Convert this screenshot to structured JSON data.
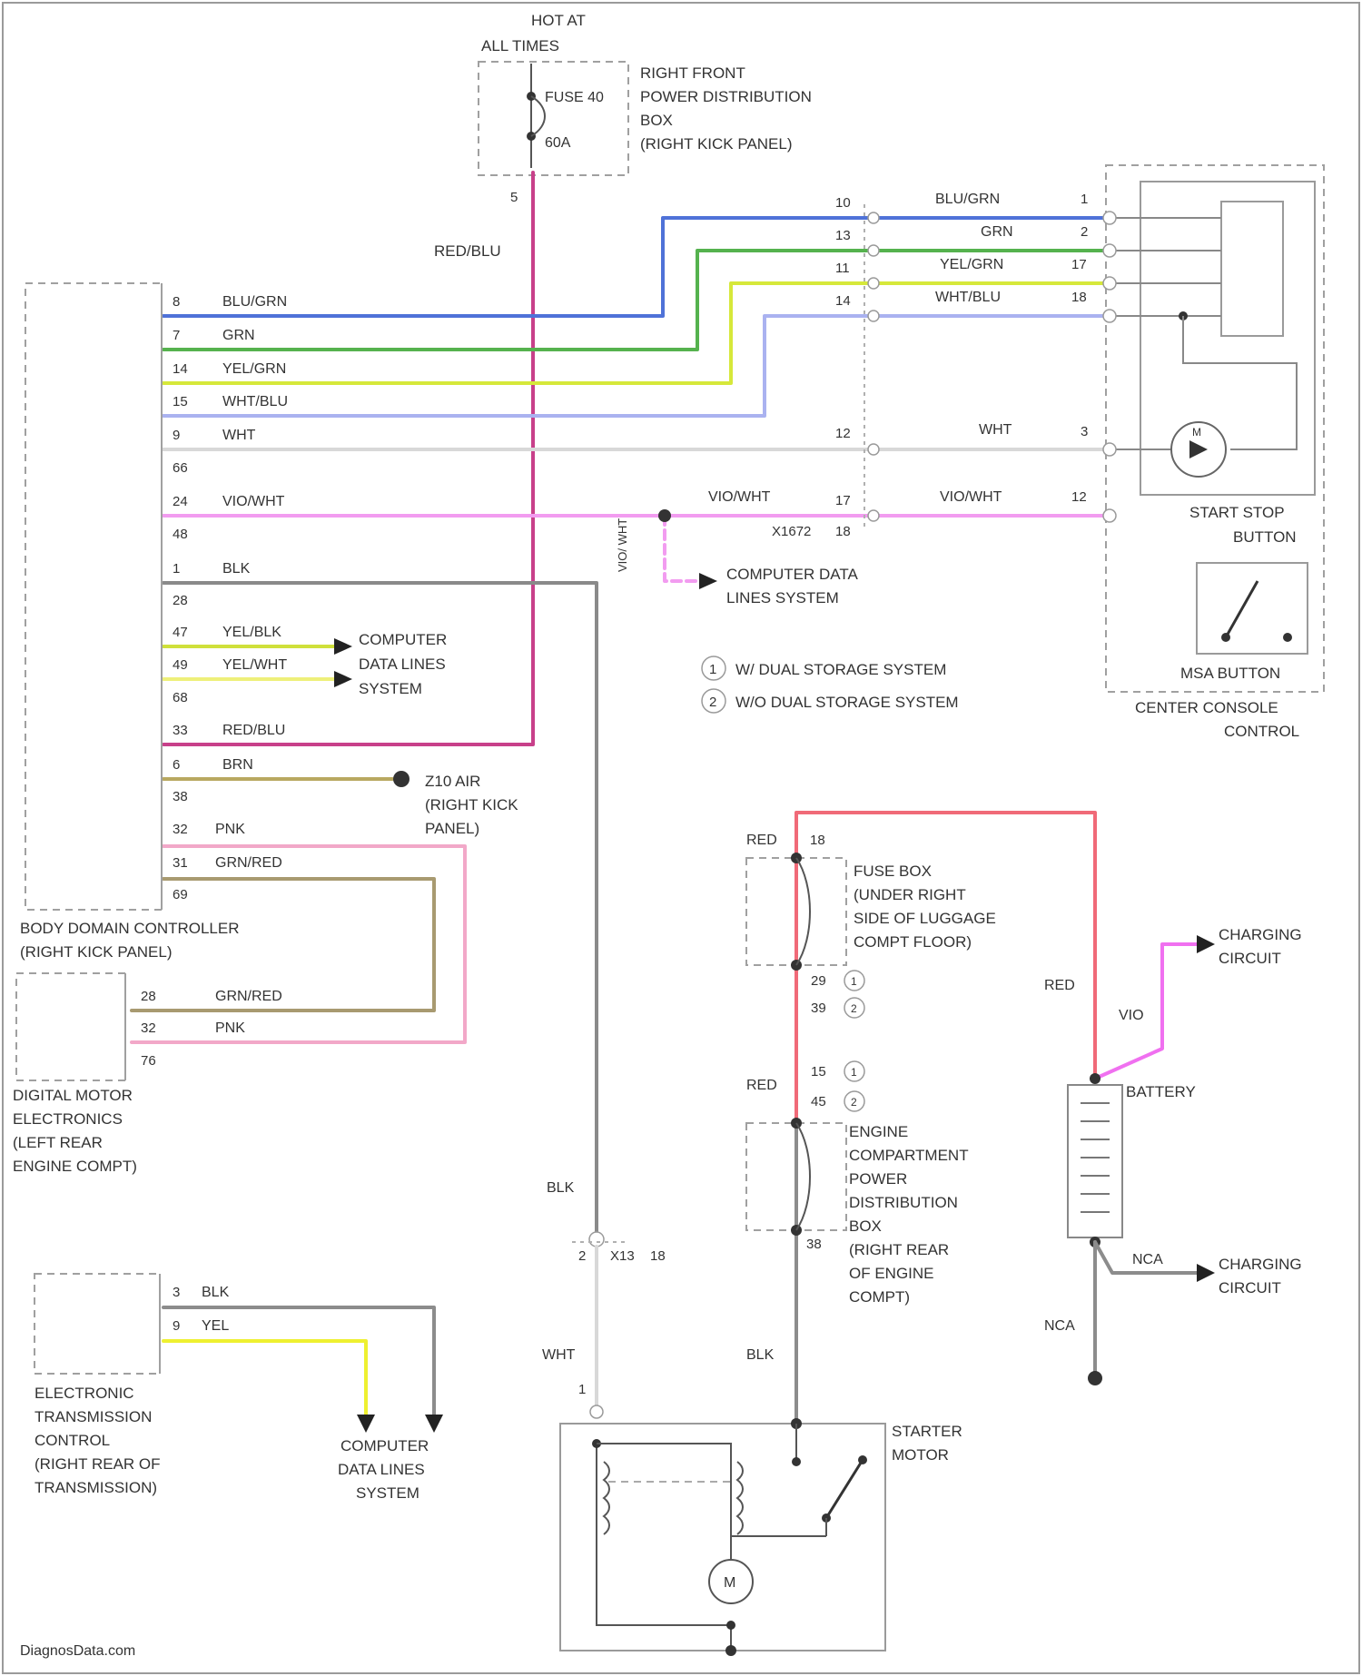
{
  "wire_colors": {
    "blu_grn": "#4f72d8",
    "grn": "#55b24e",
    "yel_grn": "#d6e83a",
    "wht_blu": "#aab2f0",
    "wht": "#d8d8d8",
    "vio_wht": "#f29cf0",
    "blk": "#8a8a8a",
    "yel_blk": "#cfe03a",
    "yel_wht": "#eef07a",
    "red_blu": "#c8408a",
    "brn": "#b8a860",
    "gry_red": "#a89a70",
    "pnk": "#f2a8c8",
    "red": "#f06a78",
    "vio": "#f070f0",
    "yel": "#eef030"
  },
  "top_fuse": {
    "hot": "HOT AT",
    "times": "ALL TIMES",
    "fuse": "FUSE 40",
    "amps": "60A",
    "pin": "5",
    "loc1": "RIGHT FRONT",
    "loc2": "POWER DISTRIBUTION",
    "loc3": "BOX",
    "loc4": "(RIGHT KICK PANEL)"
  },
  "red_blu_label": "RED/BLU",
  "bdc": {
    "pins": [
      "8",
      "7",
      "14",
      "15",
      "9",
      "66",
      "24",
      "48",
      "1",
      "28",
      "47",
      "49",
      "68",
      "33",
      "6",
      "38",
      "32",
      "31",
      "69"
    ],
    "wires": [
      "BLU/GRN",
      "GRN",
      "YEL/GRN",
      "WHT/BLU",
      "WHT",
      "VIO/WHT",
      "BLK",
      "YEL/BLK",
      "YEL/WHT",
      "RED/BLU",
      "BRN",
      "PNK",
      "GRN/RED"
    ],
    "name1": "BODY DOMAIN CONTROLLER",
    "name2": "(RIGHT KICK PANEL)"
  },
  "connector": {
    "left_pins": [
      "10",
      "13",
      "11",
      "14",
      "12",
      "17"
    ],
    "conn": "X1672",
    "conn_pin": "18",
    "wires": [
      "BLU/GRN",
      "GRN",
      "YEL/GRN",
      "WHT/BLU",
      "WHT",
      "VIO/WHT",
      "VIO/WHT"
    ],
    "right_pins": [
      "1",
      "2",
      "17",
      "18",
      "3",
      "12"
    ]
  },
  "cdl": {
    "l1": "COMPUTER",
    "l2": "DATA LINES",
    "l3": "SYSTEM",
    "m1": "COMPUTER DATA",
    "m2": "LINES SYSTEM",
    "vert": "VIO/ WHT"
  },
  "ground": {
    "id": "Z10 AIR",
    "l2": "(RIGHT KICK",
    "l3": "PANEL)"
  },
  "legend": {
    "n1": "1",
    "t1": "W/ DUAL STORAGE SYSTEM",
    "n2": "2",
    "t2": "W/O DUAL STORAGE SYSTEM"
  },
  "ccc": {
    "start1": "START STOP",
    "start2": "BUTTON",
    "m": "M",
    "msa": "MSA BUTTON",
    "name1": "CENTER CONSOLE",
    "name2": "CONTROL"
  },
  "dme": {
    "pins": [
      "28",
      "32",
      "76"
    ],
    "wires": [
      "GRN/RED",
      "PNK"
    ],
    "name1": "DIGITAL MOTOR",
    "name2": "ELECTRONICS",
    "name3": "(LEFT REAR",
    "name4": "ENGINE COMPT)"
  },
  "etc": {
    "pins": [
      "3",
      "9"
    ],
    "wires": [
      "BLK",
      "YEL"
    ],
    "name1": "ELECTRONIC",
    "name2": "TRANSMISSION",
    "name3": "CONTROL",
    "name4": "(RIGHT REAR OF",
    "name5": "TRANSMISSION)"
  },
  "cdl_bottom": {
    "l1": "COMPUTER",
    "l2": "DATA LINES",
    "l3": "SYSTEM"
  },
  "starter_feed": {
    "blk": "BLK",
    "conn": "X13",
    "pin2": "2",
    "pin18": "18",
    "wht": "WHT",
    "pin1": "1"
  },
  "fusebox": {
    "red": "RED",
    "pin": "18",
    "l1": "FUSE BOX",
    "l2": "(UNDER RIGHT",
    "l3": "SIDE OF LUGGAGE",
    "l4": "COMPT FLOOR)",
    "p1": "29",
    "p1n": "1",
    "p2": "39",
    "p2n": "2"
  },
  "ecpdb": {
    "red": "RED",
    "p1": "15",
    "p1n": "1",
    "p2": "45",
    "p2n": "2",
    "l1": "ENGINE",
    "l2": "COMPARTMENT",
    "l3": "POWER",
    "l4": "DISTRIBUTION",
    "l5": "BOX",
    "l6": "(RIGHT REAR",
    "l7": "OF ENGINE",
    "l8": "COMPT)",
    "pin_bottom": "38",
    "blk": "BLK"
  },
  "starter": {
    "l1": "STARTER",
    "l2": "MOTOR",
    "m": "M"
  },
  "battery": {
    "label": "BATTERY",
    "red": "RED",
    "vio": "VIO",
    "nca": "NCA",
    "nca2": "NCA",
    "charge1a": "CHARGING",
    "charge1b": "CIRCUIT",
    "charge2a": "CHARGING",
    "charge2b": "CIRCUIT"
  },
  "watermark": "DiagnosData.com"
}
